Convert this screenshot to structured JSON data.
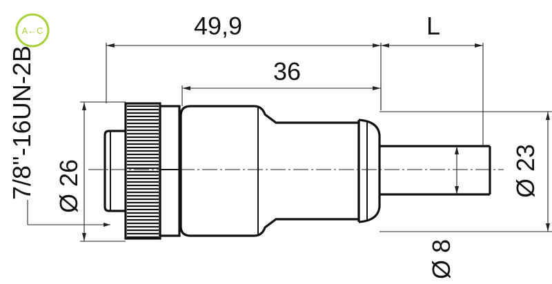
{
  "diagram": {
    "dim_overall": "49,9",
    "dim_body": "36",
    "dim_length": "L",
    "thread": "7/8''-16UN-2B",
    "dia_coupling": "Ø 26",
    "dia_body": "Ø 23",
    "dia_cable": "Ø 8"
  },
  "logo": {
    "text": "A←C",
    "color": "#a8d13a"
  },
  "colors": {
    "line": "#111111"
  }
}
